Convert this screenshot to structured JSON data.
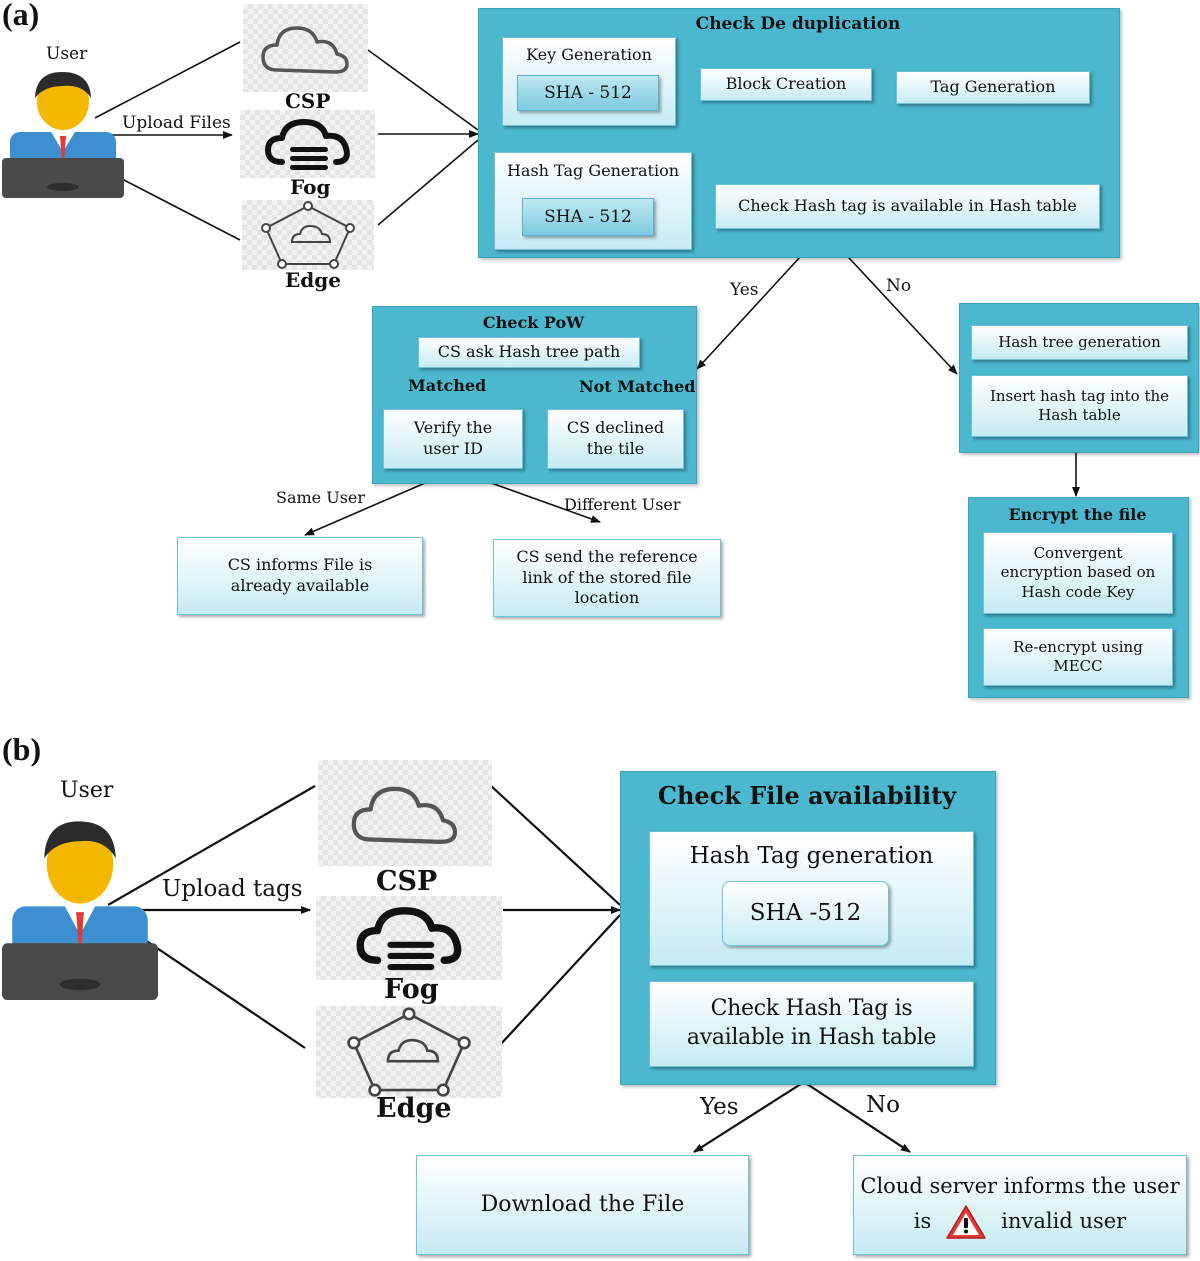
{
  "panel_a": {
    "label": "(a)",
    "user": "User",
    "upload": "Upload Files",
    "csp": "CSP",
    "fog": "Fog",
    "edge": "Edge",
    "dedup": {
      "title": "Check De duplication",
      "key_gen": "Key Generation",
      "sha1": "SHA - 512",
      "block": "Block Creation",
      "tag": "Tag Generation",
      "hash_tag_gen": "Hash Tag Generation",
      "sha2": "SHA - 512",
      "check": "Check Hash tag is available in Hash table"
    },
    "yes": "Yes",
    "no": "No",
    "pow": {
      "title": "Check PoW",
      "ask": "CS ask Hash tree path",
      "matched": "Matched",
      "not_matched": "Not Matched",
      "verify": "Verify the user ID",
      "declined": "CS declined the tile"
    },
    "right": {
      "tree": "Hash tree generation",
      "insert": "Insert hash tag into the Hash table"
    },
    "encrypt": {
      "title": "Encrypt the file",
      "convergent": "Convergent encryption based on Hash code Key",
      "reencrypt": "Re-encrypt using MECC"
    },
    "same_user": "Same User",
    "different_user": "Different User",
    "informs": "CS informs File is already available",
    "reference": "CS send the reference link of the stored file location"
  },
  "panel_b": {
    "label": "(b)",
    "user": "User",
    "upload": "Upload tags",
    "csp": "CSP",
    "fog": "Fog",
    "edge": "Edge",
    "check_title": "Check File availability",
    "hash_tag_gen": "Hash Tag generation",
    "sha": "SHA -512",
    "check": "Check Hash Tag is available in Hash table",
    "yes": "Yes",
    "no": "No",
    "download": "Download the File",
    "invalid_1": "Cloud server informs the user",
    "invalid_is": "is",
    "invalid_2": "invalid user"
  },
  "icons": [
    "user-icon",
    "cloud-icon",
    "fog-icon",
    "edge-network-icon",
    "warning-icon"
  ],
  "colors": {
    "container": "#4bb8cf",
    "box_top": "#ffffff",
    "box_bottom": "#c7ebf4",
    "warning": "#e53935"
  }
}
